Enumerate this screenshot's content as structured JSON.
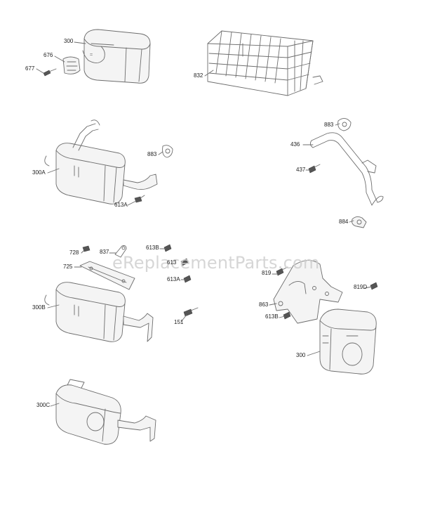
{
  "watermark": "eReplacementParts.com",
  "callouts": {
    "c300_top": "300",
    "c676": "676",
    "c677": "677",
    "c832": "832",
    "c883_mid": "883",
    "c300A": "300A",
    "c613A_top": "613A",
    "c883_right": "883",
    "c436": "436",
    "c437": "437",
    "c884": "884",
    "c728": "728",
    "c837": "837",
    "c613B_top": "613B",
    "c613_mid": "613",
    "c725": "725",
    "c613A_mid": "613A",
    "c300B": "300B",
    "c151": "151",
    "c819": "819",
    "c819D": "819D",
    "c863": "863",
    "c613B_low": "613B",
    "c300_low": "300",
    "c300C": "300C"
  }
}
